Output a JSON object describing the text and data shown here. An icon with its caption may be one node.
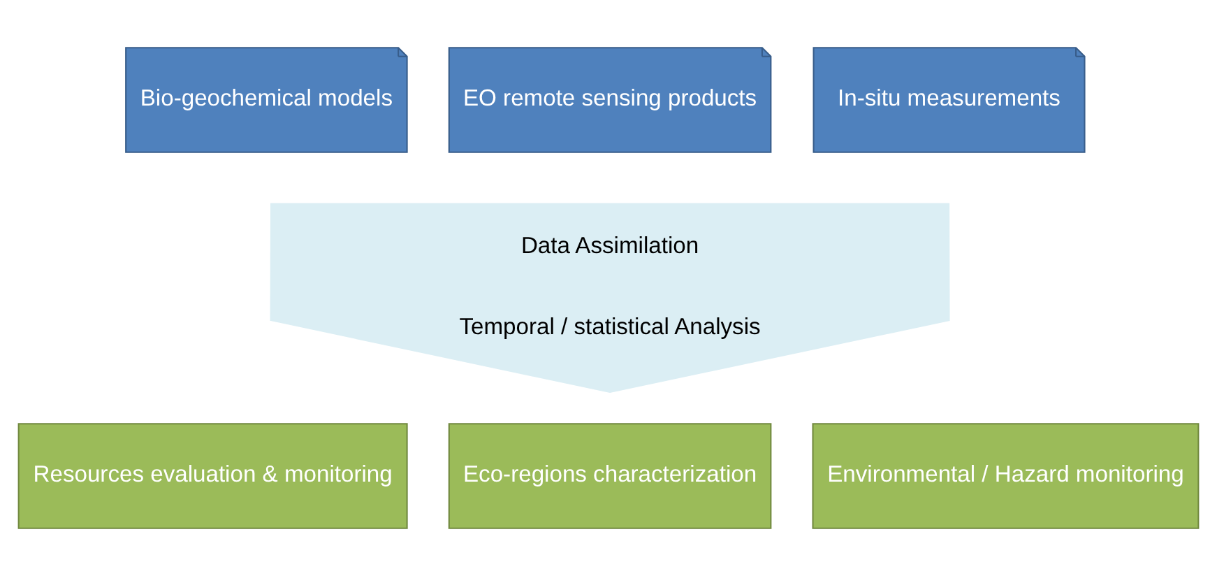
{
  "diagram": {
    "nodes": [
      {
        "text": [
          "Bio-geochemical models"
        ]
      },
      {
        "text": [
          "EO remote sensing products"
        ]
      },
      {
        "text": [
          "In-situ measurements"
        ]
      },
      {
        "text": [
          "Data Assimilation",
          "Temporal / statistical Analysis"
        ]
      },
      {
        "text": [
          "Resources evaluation & monitoring"
        ]
      },
      {
        "text": [
          "Eco-regions characterization"
        ]
      },
      {
        "text": [
          "Environmental / Hazard monitoring"
        ]
      }
    ]
  }
}
